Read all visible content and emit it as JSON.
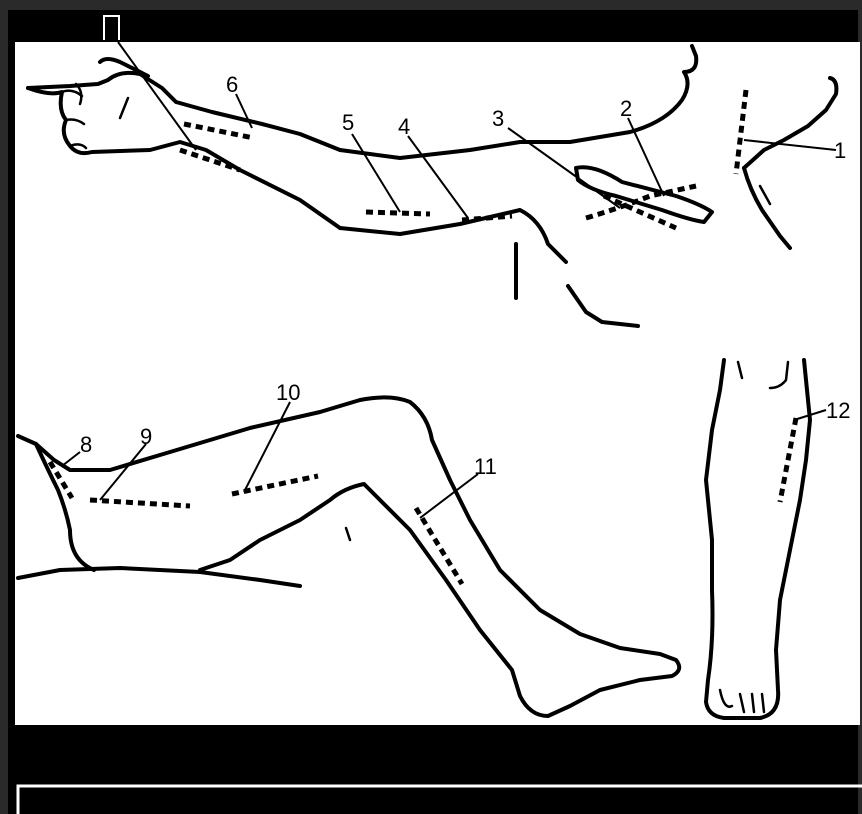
{
  "figure": {
    "labels": [
      "1",
      "2",
      "3",
      "4",
      "5",
      "6",
      "8",
      "9",
      "10",
      "11",
      "12"
    ]
  },
  "colors": {
    "frame": "#000000",
    "panel": "#ffffff",
    "outer": "#2a2a2a"
  }
}
